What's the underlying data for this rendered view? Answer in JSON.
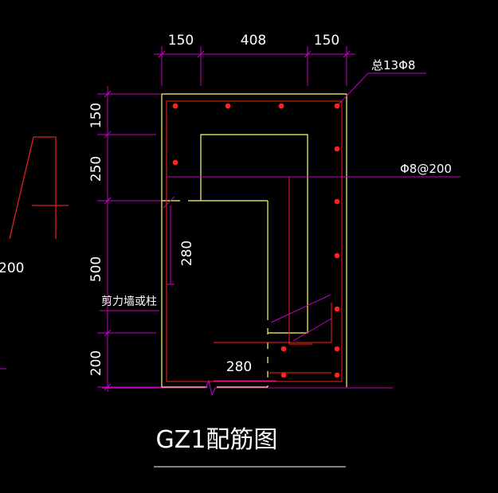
{
  "colors": {
    "background": "#000000",
    "dimension": "#c800c8",
    "outline": "#ffff66",
    "rebar": "#ff2020",
    "text": "#ffffff",
    "underline": "#ffffff"
  },
  "dimensions": {
    "top": [
      "150",
      "408",
      "150"
    ],
    "left": [
      "150",
      "250",
      "500",
      "200"
    ],
    "inner_vertical": "280",
    "inner_horizontal": "280"
  },
  "labels": {
    "total_rebar": "总13Φ8",
    "stirrup": "Φ8@200",
    "shear_wall": "剪力墙或柱",
    "partial_left": "200",
    "partial_glyph": "4"
  },
  "title": "GZ1配筋图",
  "rebar_count": 13
}
